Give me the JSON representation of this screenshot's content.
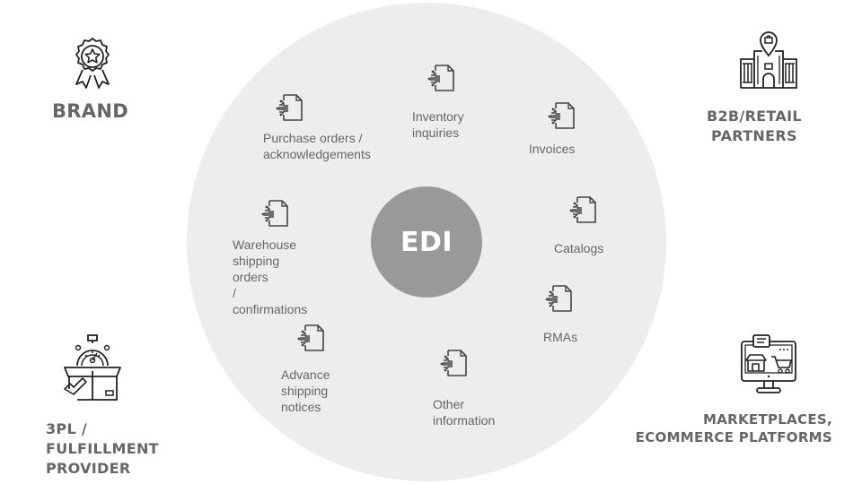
{
  "hub": {
    "label": "EDI",
    "color": "#999999"
  },
  "ring_color": "#ededed",
  "text_color": "#666666",
  "entities": {
    "brand": {
      "label": "BRAND",
      "icon": "award-badge-icon"
    },
    "b2b": {
      "label": "B2B/RETAIL\nPARTNERS",
      "icon": "storefront-building-icon"
    },
    "threepl": {
      "label": "3PL / FULFILLMENT\nPROVIDER",
      "icon": "timer-box-icon"
    },
    "marketplaces": {
      "label": "MARKETPLACES,\nECOMMERCE PLATFORMS",
      "icon": "computer-shop-icon"
    }
  },
  "documents": [
    {
      "label": "Inventory\ninquiries",
      "icon": "document-connector-icon"
    },
    {
      "label": "Purchase orders /\nacknowledgements",
      "icon": "document-connector-icon"
    },
    {
      "label": "Invoices",
      "icon": "document-connector-icon"
    },
    {
      "label": "Warehouse\nshipping orders\n/ confirmations",
      "icon": "document-connector-icon"
    },
    {
      "label": "Catalogs",
      "icon": "document-connector-icon"
    },
    {
      "label": "RMAs",
      "icon": "document-connector-icon"
    },
    {
      "label": "Advance shipping\nnotices",
      "icon": "document-connector-icon"
    },
    {
      "label": "Other\ninformation",
      "icon": "document-connector-icon"
    }
  ]
}
